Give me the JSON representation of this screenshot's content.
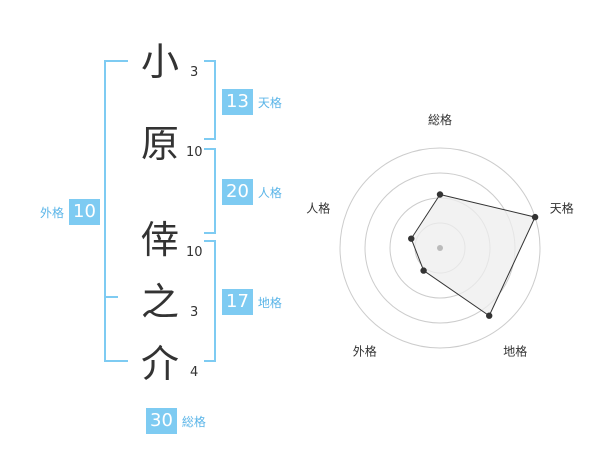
{
  "characters": [
    {
      "char": "小",
      "strokes": "3"
    },
    {
      "char": "原",
      "strokes": "10"
    },
    {
      "char": "倖",
      "strokes": "10"
    },
    {
      "char": "之",
      "strokes": "3"
    },
    {
      "char": "介",
      "strokes": "4"
    }
  ],
  "scores": {
    "tenkaku": {
      "value": "13",
      "label": "天格"
    },
    "jinkaku": {
      "value": "20",
      "label": "人格"
    },
    "chikaku": {
      "value": "17",
      "label": "地格"
    },
    "gaikaku": {
      "value": "10",
      "label": "外格"
    },
    "soukaku": {
      "value": "30",
      "label": "総格"
    }
  },
  "chart_data": {
    "type": "radar",
    "axes": [
      "総格",
      "天格",
      "地格",
      "外格",
      "人格"
    ],
    "values": [
      2.3,
      4.3,
      3.6,
      1.2,
      1.3
    ],
    "max": 4.3,
    "rings": 4,
    "colors": {
      "stroke": "#333333",
      "fill": "#eeeeee",
      "ring": "#cccccc",
      "point": "#333333",
      "center": "#bbbbbb"
    }
  }
}
